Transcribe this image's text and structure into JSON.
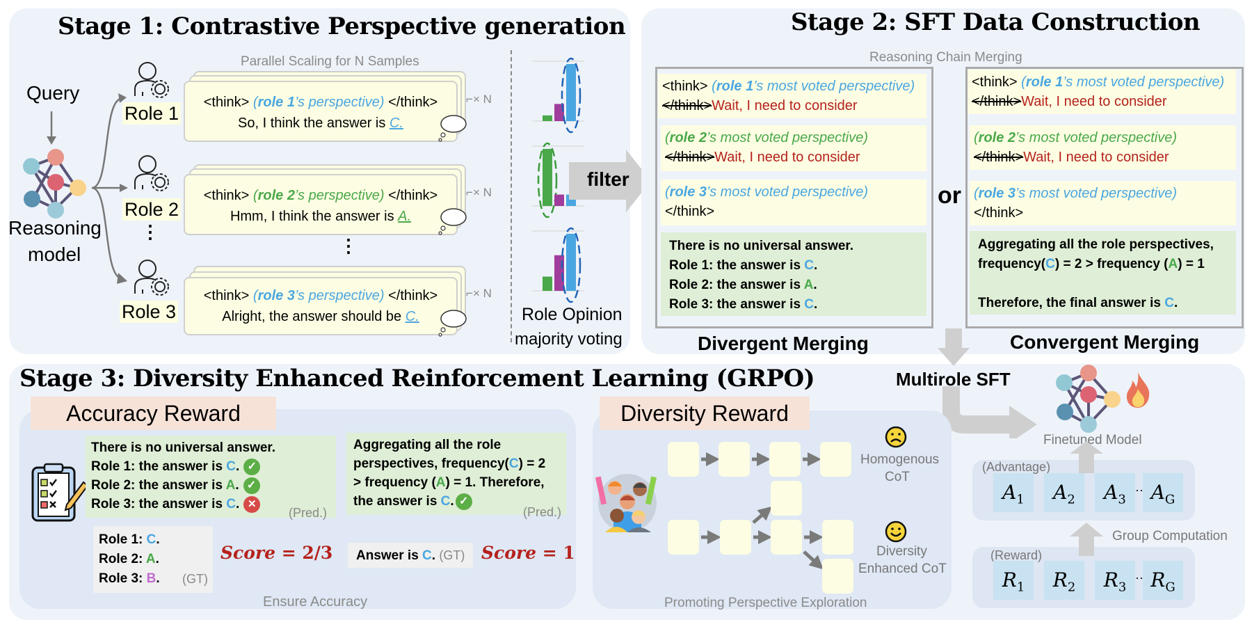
{
  "stage1": {
    "title": "Stage 1: Contrastive Perspective generation",
    "query_label": "Query",
    "model_label_1": "Reasoning",
    "model_label_2": "model",
    "parallel_label": "Parallel Scaling for N Samples",
    "roles": [
      {
        "label": "Role 1",
        "think_open": "<think>",
        "perspective_bold": "role 1",
        "perspective_rest": "’s perspective)",
        "think_close": "</think>",
        "answer_prefix": "So, I think the answer is ",
        "answer": "C.",
        "times_n": "× N"
      },
      {
        "label": "Role 2",
        "think_open": "<think>",
        "perspective_bold": "role 2",
        "perspective_rest": "’s perspective)",
        "think_close": "</think>",
        "answer_prefix": "Hmm, I think the answer is ",
        "answer": "A.",
        "times_n": "× N"
      },
      {
        "label": "Role 3",
        "think_open": "<think>",
        "perspective_bold": "role 3",
        "perspective_rest": "’s perspective)",
        "think_close": "</think>",
        "answer_prefix": "Alright, the answer should be ",
        "answer": "C.",
        "times_n": "× N"
      }
    ],
    "ellipsis": "⋮",
    "voting": {
      "label_1": "Role Opinion",
      "label_2": "majority voting",
      "charts": [
        {
          "values": {
            "A": 1,
            "B": 3,
            "C": 10
          },
          "winner": "C"
        },
        {
          "values": {
            "A": 10,
            "B": 2,
            "C": 2
          },
          "winner": "A"
        },
        {
          "values": {
            "A": 2,
            "B": 5,
            "C": 8
          },
          "winner": "C"
        }
      ]
    },
    "filter_label": "filter"
  },
  "stage2": {
    "title": "Stage 2: SFT Data Construction",
    "subtitle": "Reasoning Chain Merging",
    "or_label": "or",
    "think_open": "<think>",
    "think_close": "</think>",
    "wait_text": "Wait, I need to consider",
    "perspectives": [
      {
        "bold": "role 1",
        "rest": "’s most voted perspective)"
      },
      {
        "bold": "role 2",
        "rest": "’s most voted perspective)"
      },
      {
        "bold": "role 3",
        "rest": "’s most voted perspective)"
      }
    ],
    "divergent": {
      "title": "Divergent Merging",
      "lines": [
        {
          "text": "There is no universal answer.",
          "answer": ""
        },
        {
          "text": "Role 1: the answer is ",
          "answer": "C"
        },
        {
          "text": "Role 2: the answer is ",
          "answer": "A"
        },
        {
          "text": "Role 3: the answer is ",
          "answer": "C"
        }
      ]
    },
    "convergent": {
      "title": "Convergent Merging",
      "line1": "Aggregating all the role perspectives,",
      "line2_a": "frequency(",
      "line2_c": "C",
      "line2_b": ") = 2 > frequency (",
      "line2_aa": "A",
      "line2_end": ") = 1",
      "line3": "Therefore, the final answer is ",
      "final_answer": "C"
    },
    "multirole_sft_label": "Multirole SFT"
  },
  "stage3": {
    "title": "Stage 3: Diversity Enhanced Reinforcement Learning (GRPO)",
    "accuracy": {
      "tag": "Accuracy Reward",
      "pred1": {
        "lines": [
          {
            "text": "There is no universal answer.",
            "answer": "",
            "mark": ""
          },
          {
            "text": "Role 1: the answer is ",
            "answer": "C",
            "mark": "check"
          },
          {
            "text": "Role 2: the answer is ",
            "answer": "A",
            "mark": "check"
          },
          {
            "text": "Role 3: the answer is ",
            "answer": "C",
            "mark": "cross"
          }
        ],
        "tag": "(Pred.)"
      },
      "pred2": {
        "line1": "Aggregating all the role",
        "line2": "perspectives, frequency(",
        "line2_c": "C",
        "line2_end": ") = 2",
        "line3": "> frequency (",
        "line3_a": "A",
        "line3_end": ") = 1. Therefore,",
        "line4": "the answer is ",
        "line4_c": "C",
        "tag": "(Pred.)"
      },
      "gt1": {
        "lines": [
          {
            "text": "Role 1: ",
            "answer": "C"
          },
          {
            "text": "Role 2: ",
            "answer": "A"
          },
          {
            "text": "Role 3: ",
            "answer": "B"
          }
        ],
        "tag": "(GT)"
      },
      "gt2": {
        "text": "Answer is ",
        "answer": "C",
        "tag": "(GT)"
      },
      "score1": {
        "label": "Score",
        "value": "= 2/3"
      },
      "score2": {
        "label": "Score",
        "value": "= 1"
      },
      "caption": "Ensure Accuracy"
    },
    "diversity": {
      "tag": "Diversity Reward",
      "homogenous_label_1": "Homogenous",
      "homogenous_label_2": "CoT",
      "diverse_label_1": "Diversity",
      "diverse_label_2": "Enhanced CoT",
      "caption": "Promoting Perspective Exploration"
    },
    "grpo": {
      "model_label": "Finetuned Model",
      "advantage_label": "(Advantage)",
      "reward_label": "(Reward)",
      "group_label": "Group Computation",
      "advantages": [
        "A",
        "A",
        "A",
        "A"
      ],
      "advantage_subs": [
        "1",
        "2",
        "3",
        "G"
      ],
      "rewards": [
        "R",
        "R",
        "R",
        "R"
      ],
      "reward_subs": [
        "1",
        "2",
        "3",
        "G"
      ],
      "dots": "···"
    }
  },
  "colors": {
    "role_blue": "#4aa6e0",
    "role_green": "#4aa84a",
    "role_purple": "#a03d9c",
    "wait_red": "#b5221c",
    "panel_bg": "#eef3fa",
    "card_bg": "#fdfde3",
    "answer_bg": "#dfeed6"
  }
}
